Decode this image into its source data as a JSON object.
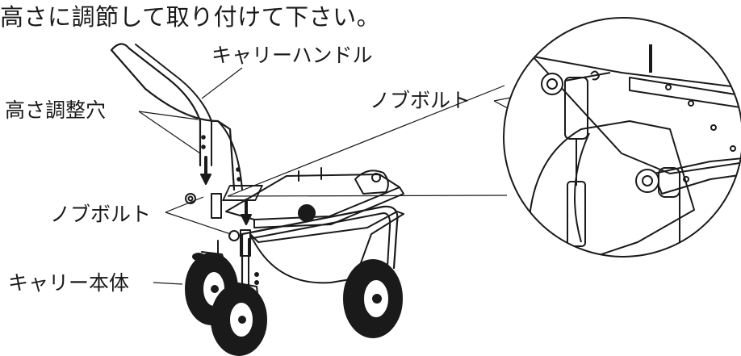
{
  "instruction": "高さに調節して取り付けて下さい。",
  "labels": {
    "carrier_handle": "キャリーハンドル",
    "height_adjust_holes": "高さ調整穴",
    "knob_bolt_left": "ノブボルト",
    "knob_bolt_right": "ノブボルト",
    "carrier_body": "キャリー本体"
  }
}
